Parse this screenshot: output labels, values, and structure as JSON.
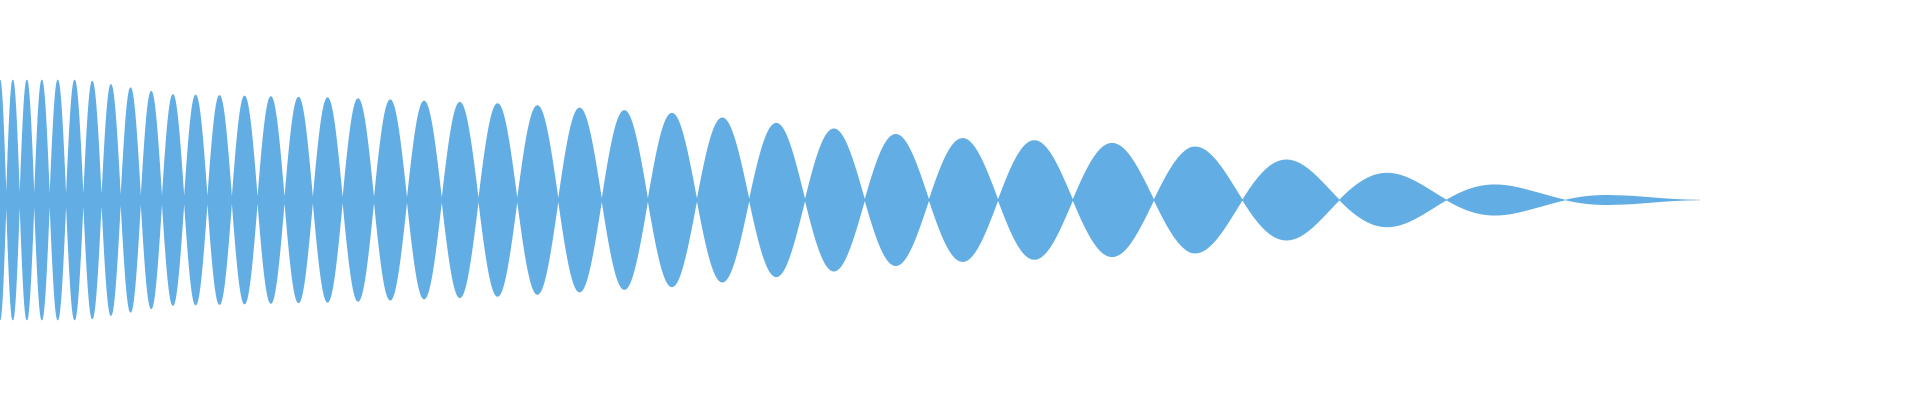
{
  "chart_data": {
    "type": "area",
    "title": "",
    "xlabel": "",
    "ylabel": "",
    "grid": false,
    "legend": "none",
    "color": "#62ade3",
    "series": [
      {
        "name": "",
        "x": [
          0,
          0.05,
          0.1,
          0.2,
          0.3,
          0.4,
          0.5,
          0.55,
          0.6,
          0.7,
          0.8,
          0.9,
          0.95,
          1.0
        ],
        "amplitude": [
          1.0,
          1.0,
          0.88,
          0.85,
          0.8,
          0.72,
          0.58,
          0.52,
          0.5,
          0.45,
          0.25,
          0.1,
          0.04,
          0.0
        ],
        "carrier_cycles": 72,
        "carrier_cycles_end": 6
      }
    ]
  }
}
